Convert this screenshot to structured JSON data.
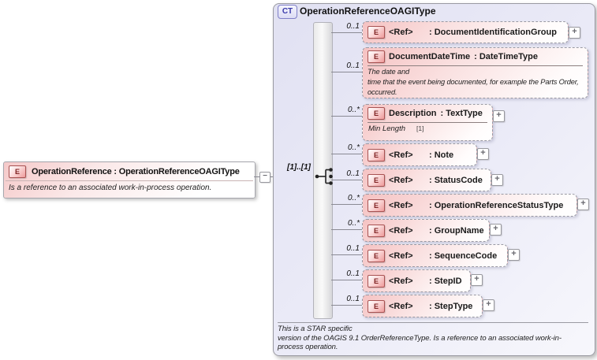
{
  "source": {
    "icon": "E",
    "title": "OperationReference : OperationReferenceOAGIType",
    "annotation": "Is a reference to an associated work-in-process operation."
  },
  "connector": {
    "cardinality": "[1]..[1]",
    "collapse_glyph": "−"
  },
  "ct": {
    "badge": "CT",
    "title": "OperationReferenceOAGIType",
    "compositor": "sequence",
    "children": [
      {
        "card": "0..1",
        "icon": "E",
        "name": "<Ref>",
        "type": ": DocumentIdentificationGroup",
        "expand": "+"
      },
      {
        "card": "0..1",
        "icon": "E",
        "name": "DocumentDateTime",
        "type": ": DateTimeType",
        "doc1": "The date and",
        "doc2": "time that the event being documented, for example the Parts Order,",
        "doc3": "occurred."
      },
      {
        "card": "0..*",
        "icon": "E",
        "name": "Description",
        "type": ": TextType",
        "facet_name": "Min Length",
        "facet_value": "[1]",
        "expand": "+"
      },
      {
        "card": "0..*",
        "icon": "E",
        "name": "<Ref>",
        "type": ": Note",
        "expand": "+"
      },
      {
        "card": "0..1",
        "icon": "E",
        "name": "<Ref>",
        "type": ": StatusCode",
        "expand": "+"
      },
      {
        "card": "0..*",
        "icon": "E",
        "name": "<Ref>",
        "type": ": OperationReferenceStatusType",
        "expand": "+"
      },
      {
        "card": "0..*",
        "icon": "E",
        "name": "<Ref>",
        "type": ": GroupName",
        "expand": "+"
      },
      {
        "card": "0..1",
        "icon": "E",
        "name": "<Ref>",
        "type": ": SequenceCode",
        "expand": "+"
      },
      {
        "card": "0..1",
        "icon": "E",
        "name": "<Ref>",
        "type": ": StepID",
        "expand": "+"
      },
      {
        "card": "0..1",
        "icon": "E",
        "name": "<Ref>",
        "type": ": StepType",
        "expand": "+"
      }
    ],
    "footer1": "This is a STAR specific",
    "footer2": "version of the OAGIS 9.1 OrderReferenceType.  Is a reference to an associated work-in-",
    "footer3": "process operation."
  },
  "colors": {
    "element_pink": "#f5c2c2",
    "element_icon_border": "#a85252",
    "element_icon_text": "#7d1f1f",
    "ct_lavender": "#e1e1f2",
    "ct_badge_text": "#3939aa",
    "line_gray": "#8a8a94"
  }
}
